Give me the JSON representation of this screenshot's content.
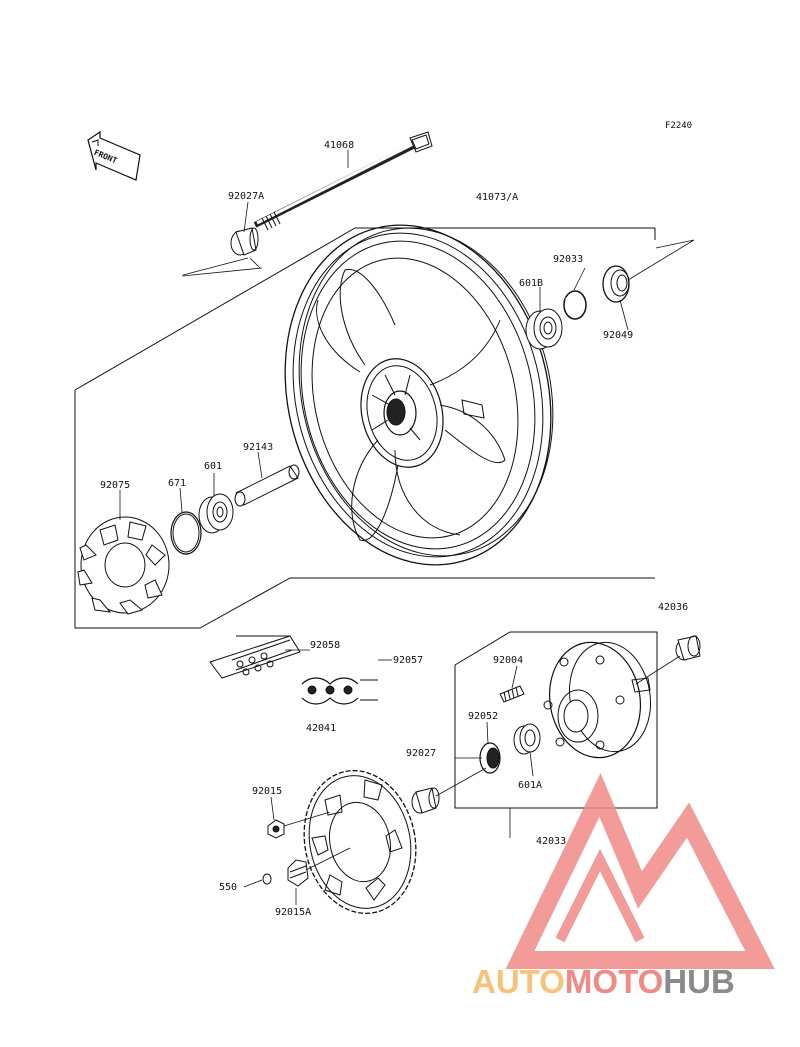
{
  "diagram_code": "F2240",
  "front_label": "FRONT",
  "parts": {
    "p41068": "41068",
    "p92027A": "92027A",
    "p41073": "41073/A",
    "p92033": "92033",
    "p601B": "601B",
    "p92049": "92049",
    "p92143": "92143",
    "p601": "601",
    "p671": "671",
    "p92075": "92075",
    "p92058": "92058",
    "p92057": "92057",
    "p42041": "42041",
    "p42036": "42036",
    "p92004": "92004",
    "p92052": "92052",
    "p92027": "92027",
    "p601A": "601A",
    "p92015": "92015",
    "p42033": "42033",
    "p550": "550",
    "p92015A": "92015A"
  },
  "watermark": {
    "part1": "AUTO",
    "part2": "MOTO",
    "part3": "HUB",
    "color_light": "#f7c27a",
    "color_red": "#f08a86",
    "color_gray": "#8a8a8a"
  }
}
